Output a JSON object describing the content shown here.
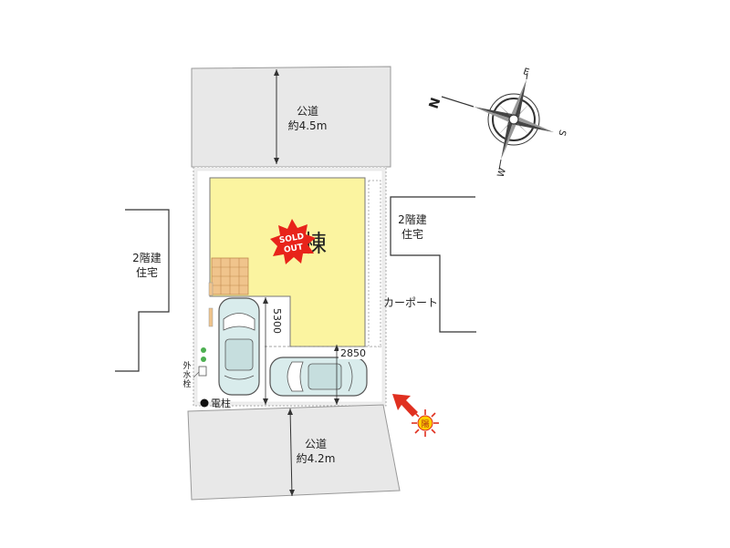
{
  "roads": {
    "north": {
      "name": "公道",
      "width": "約4.5m"
    },
    "south": {
      "name": "公道",
      "width": "約4.2m"
    }
  },
  "neighbors": {
    "west": {
      "line1": "2階建",
      "line2": "住宅"
    },
    "east": {
      "line1": "2階建",
      "line2": "住宅"
    }
  },
  "lot": {
    "building_suffix": "棟",
    "badge_line1": "SOLD",
    "badge_line2": "OUT"
  },
  "labels": {
    "carport": "カーポート",
    "dim_depth": "5300",
    "dim_width": "2850",
    "water_faucet": [
      "外",
      "水",
      "栓"
    ],
    "utility_pole": "電柱",
    "sun_badge": "陽"
  },
  "compass": {
    "n": "N",
    "e": "E",
    "s": "S",
    "w": "W"
  },
  "colors": {
    "road": "#e8e8e8",
    "lot_border": "#eeeeee",
    "building": "#fbf4a0",
    "deck": "#f0c48c",
    "car": "#d9ecec",
    "badge": "#e8231a",
    "sun": "#ffcc00",
    "arrow": "#e03020",
    "dim_line": "#333333"
  }
}
